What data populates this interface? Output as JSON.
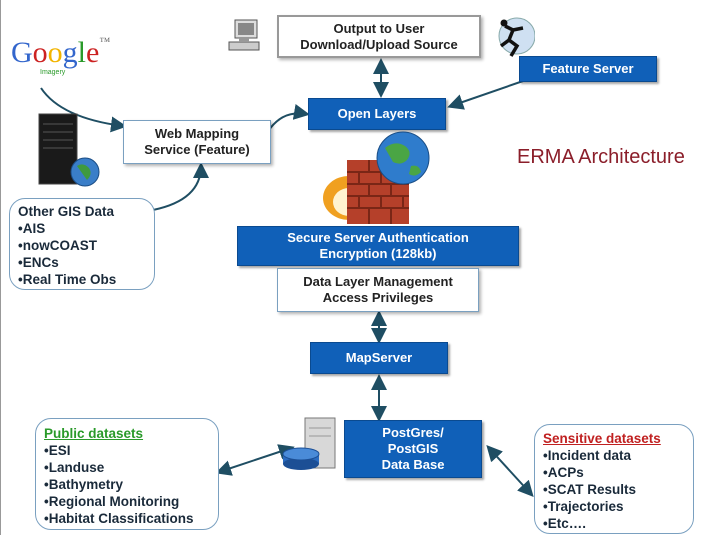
{
  "title": "ERMA Architecture",
  "google_logo": {
    "letters": [
      "G",
      "o",
      "o",
      "g",
      "l",
      "e"
    ],
    "colors": [
      "#3366cc",
      "#cc2222",
      "#f2b400",
      "#3366cc",
      "#2a9a2a",
      "#cc2222"
    ],
    "sub": "Imagery",
    "tm": "™"
  },
  "nodes": {
    "output": {
      "line1": "Output to User",
      "line2": "Download/Upload Source"
    },
    "feature_server": {
      "label": "Feature Server"
    },
    "open_layers": {
      "label": "Open Layers"
    },
    "wms": {
      "line1": "Web Mapping",
      "line2": "Service (Feature)"
    },
    "secure": {
      "line1": "Secure Server Authentication",
      "line2": "Encryption (128kb)"
    },
    "data_layer": {
      "line1": "Data Layer Management",
      "line2": "Access Privileges"
    },
    "mapserver": {
      "label": "MapServer"
    },
    "postgres": {
      "line1": "PostGres/",
      "line2": "PostGIS",
      "line3": "Data Base"
    }
  },
  "other_gis": {
    "heading": "Other GIS Data",
    "items": [
      "•AIS",
      "•nowCOAST",
      "•ENCs",
      "•Real Time Obs"
    ]
  },
  "public": {
    "heading": "Public datasets",
    "items": [
      "•ESI",
      "•Landuse",
      "•Bathymetry",
      "•Regional Monitoring",
      "•Habitat Classifications"
    ]
  },
  "sensitive": {
    "heading": "Sensitive datasets",
    "items": [
      "•Incident data",
      "•ACPs",
      "•SCAT Results",
      "•Trajectories",
      "•Etc…."
    ]
  },
  "icons": [
    "computer-icon",
    "runner-globe-icon",
    "server-rack-icon",
    "firewall-icon",
    "globe-icon",
    "database-server-icon"
  ],
  "colors": {
    "box_blue": "#1060b8",
    "title_red": "#8b1e2a",
    "arrow": "#1f4e63",
    "public_green": "#2a9a2a",
    "sensitive_red": "#c02020"
  }
}
